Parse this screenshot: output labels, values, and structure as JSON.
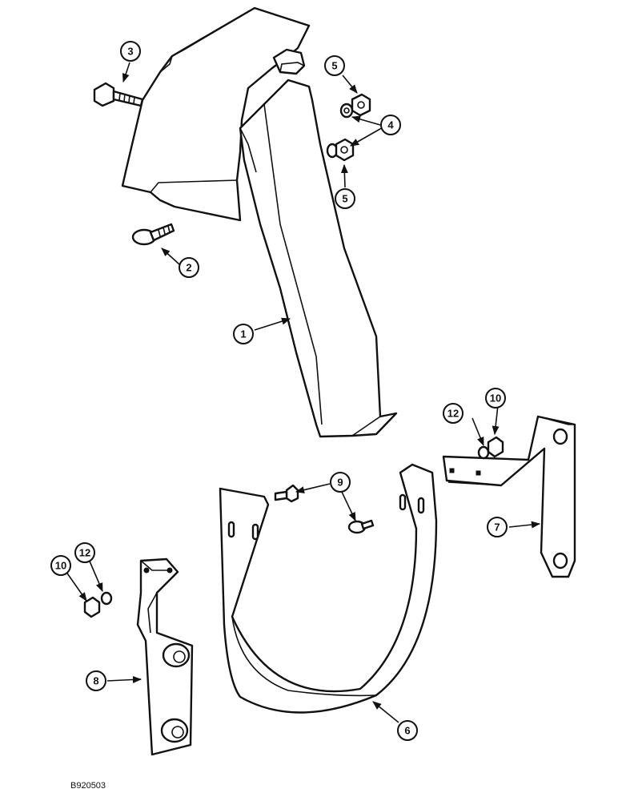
{
  "drawing_code": "B920503",
  "callouts": {
    "c1": "1",
    "c2": "2",
    "c3": "3",
    "c4": "4",
    "c5a": "5",
    "c5b": "5",
    "c6": "6",
    "c7": "7",
    "c8": "8",
    "c9": "9",
    "c10a": "10",
    "c10b": "10",
    "c12a": "12",
    "c12b": "12"
  }
}
